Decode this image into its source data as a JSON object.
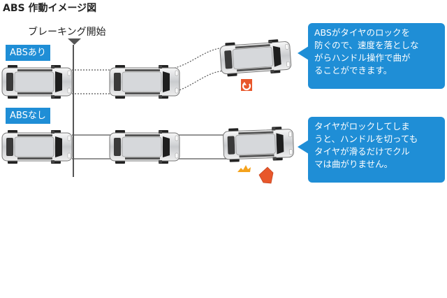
{
  "title": "ABS 作動イメージ図",
  "brake_label": "ブレーキング開始",
  "labels": {
    "with_abs": "ABSあり",
    "without_abs": "ABSなし"
  },
  "notes": {
    "with_abs": [
      "ABSがタイヤのロックを",
      "防ぐので、速度を落としな",
      "がらハンドル操作で曲が",
      "ることができます。"
    ],
    "without_abs": [
      "タイヤがロックしてしま",
      "うと、ハンドルを切っても",
      "タイヤが滑るだけでクル",
      "マは曲がりません。"
    ]
  },
  "colors": {
    "accent": "#1f8ed6",
    "warning": "#e8572b",
    "spark": "#f4a21c"
  },
  "icons": {
    "marker": "triangle-down-icon",
    "tire_grip": "tire-grip-icon",
    "skid_arrow": "skid-arrow-icon",
    "spark": "spark-icon"
  }
}
